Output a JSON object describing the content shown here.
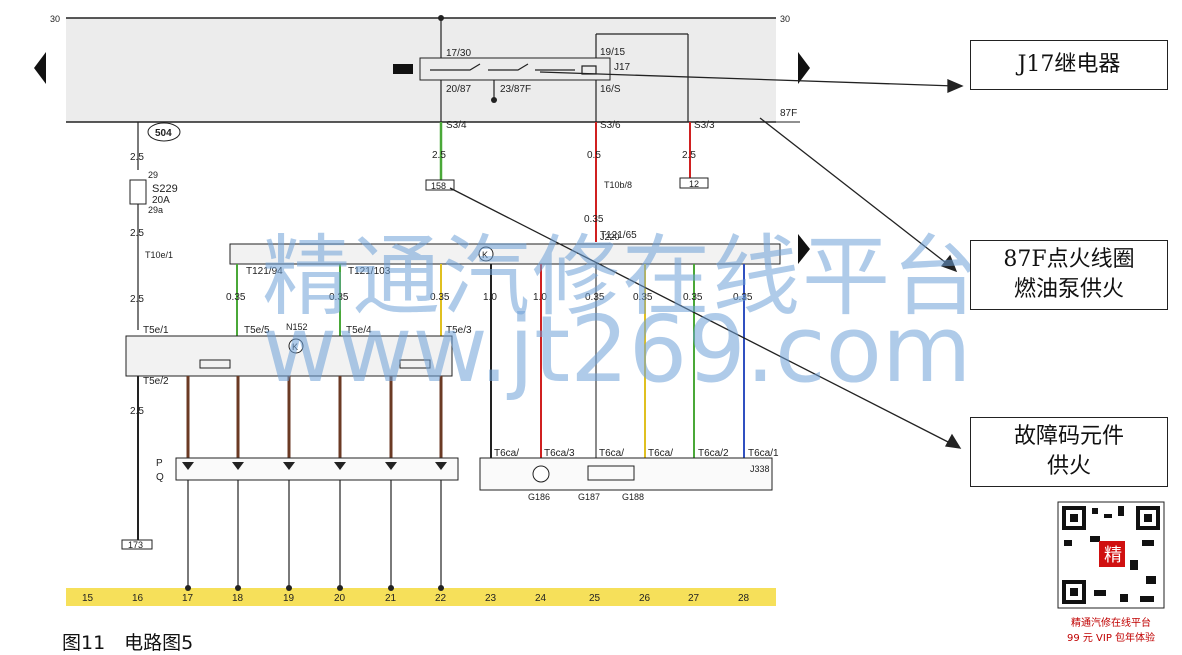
{
  "rails": {
    "top_left": "30",
    "top_right": "30",
    "right_87f": "87F"
  },
  "relay": {
    "name": "J17",
    "terminals": [
      "17/30",
      "19/15",
      "20/87",
      "23/87F",
      "16/S"
    ]
  },
  "splice_tags": {
    "s3_4": "S3/4",
    "s3_6": "S3/6",
    "s3_3": "S3/3",
    "t10b_8": "T10b/8",
    "t10e_1": "T10e/1",
    "t121_65": "T121/65",
    "t121_94": "T121/94",
    "t121_103": "T121/103",
    "t5e_1": "T5e/1",
    "t5e_5": "T5e/5",
    "t5e_4": "T5e/4",
    "t5e_3": "T5e/3",
    "t5e_2": "T5e/2"
  },
  "refs": {
    "r504": "504",
    "r158": "158",
    "r12": "12",
    "r173": "173"
  },
  "fuse": {
    "name": "S229",
    "rating": "20A",
    "pin_top": "29",
    "pin_bottom": "29a"
  },
  "wire_sizes": {
    "w2_5": "2.5",
    "w0_5": "0.5",
    "w0_35": "0.35",
    "w1_0": "1.0"
  },
  "modules": {
    "j220": "J220",
    "n152": "N152",
    "j338": "J338"
  },
  "k_mark": "K",
  "coil_labels": {
    "p": "P",
    "q": "Q"
  },
  "throttle_pins": [
    "T6ca/",
    "T6ca/3",
    "T6ca/",
    "T6ca/",
    "T6ca/2",
    "T6ca/1"
  ],
  "grounds": {
    "g186": "G186",
    "g187": "G187",
    "g188": "G188"
  },
  "column_numbers": [
    "15",
    "16",
    "17",
    "18",
    "19",
    "20",
    "21",
    "22",
    "23",
    "24",
    "25",
    "26",
    "27",
    "28"
  ],
  "callouts": {
    "relay": "J17继电器",
    "ignition": "87F点火线圈\n燃油泵供火",
    "dtc": "故障码元件\n供火"
  },
  "watermark": {
    "cn": "精通汽修在线平台",
    "url": "www.jt269.com"
  },
  "caption": "图11　电路图5",
  "promo": {
    "line1": "精通汽修在线平台",
    "line2": "99 元 VIP 包年体验",
    "badge": "精"
  },
  "colors": {
    "band": "#ececec",
    "rail": "#222222",
    "ruler": "#f6e05a",
    "red": "#d02020",
    "green": "#4aa838",
    "yellow": "#e0c020",
    "brown": "#6b3a24",
    "blue": "#3050c0",
    "black": "#222222",
    "grey": "#8a8a8a",
    "watermark": "#8fb6e2"
  }
}
